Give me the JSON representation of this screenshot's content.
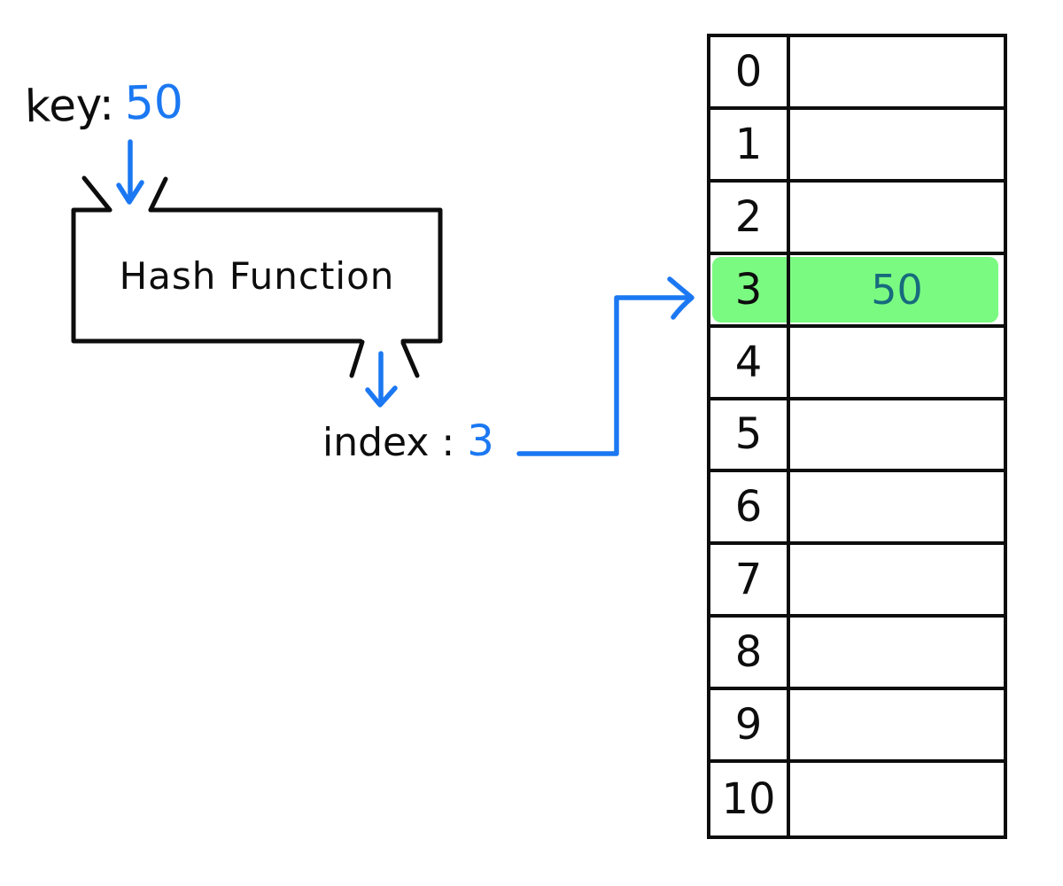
{
  "labels": {
    "key_label": "key:",
    "key_value": "50",
    "hash_function": "Hash Function",
    "index_label": "index :",
    "index_value": "3"
  },
  "hash_table": {
    "highlighted_index": "3",
    "rows": [
      {
        "index": "0",
        "value": ""
      },
      {
        "index": "1",
        "value": ""
      },
      {
        "index": "2",
        "value": ""
      },
      {
        "index": "3",
        "value": "50"
      },
      {
        "index": "4",
        "value": ""
      },
      {
        "index": "5",
        "value": ""
      },
      {
        "index": "6",
        "value": ""
      },
      {
        "index": "7",
        "value": ""
      },
      {
        "index": "8",
        "value": ""
      },
      {
        "index": "9",
        "value": ""
      },
      {
        "index": "10",
        "value": ""
      }
    ]
  },
  "colors": {
    "ink": "#0d0d0d",
    "accent_blue": "#1b78f2",
    "highlight_green": "#7bfa82",
    "value_teal": "#176b7d"
  }
}
